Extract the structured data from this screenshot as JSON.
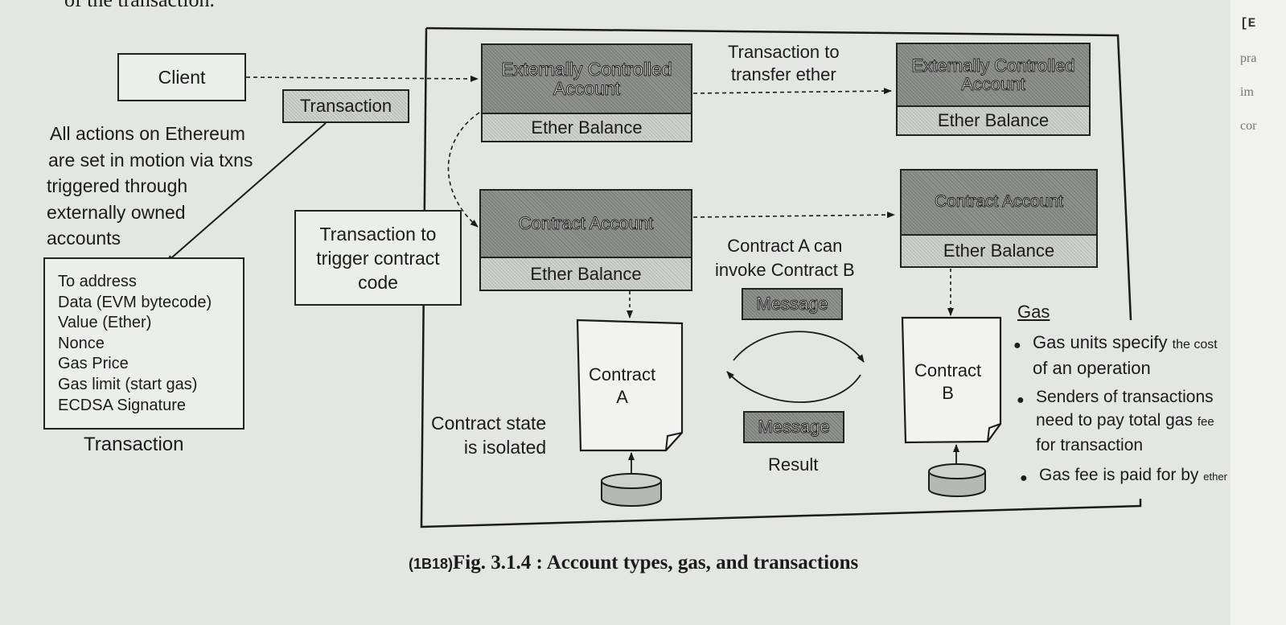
{
  "top_cut_text": "of the transaction.",
  "client": "Client",
  "transaction_tag": "Transaction",
  "actions_note": [
    "All actions on Ethereum",
    "are set in motion via txns",
    "triggered through",
    "externally owned",
    "accounts"
  ],
  "transaction_fields": [
    "To address",
    "Data (EVM bytecode)",
    "Value (Ether)",
    "Nonce",
    "Gas Price",
    "Gas limit (start gas)",
    "ECDSA Signature"
  ],
  "transaction_label": "Transaction",
  "trigger_note": [
    "Transaction to",
    "trigger contract",
    "code"
  ],
  "eca_left": {
    "title": "Externally Controlled Account",
    "balance": "Ether Balance"
  },
  "eca_right": {
    "title": "Externally Controlled Account",
    "balance": "Ether Balance"
  },
  "transfer_note": [
    "Transaction to",
    "transfer ether"
  ],
  "contract_account_left": {
    "title": "Contract Account",
    "balance": "Ether Balance"
  },
  "contract_account_right": {
    "title": "Contract Account",
    "balance": "Ether Balance"
  },
  "invoke_note": [
    "Contract A can",
    "invoke Contract B"
  ],
  "message_top": "Message",
  "message_bottom": "Message",
  "result": "Result",
  "contract_a": [
    "Contract",
    "A"
  ],
  "contract_b": [
    "Contract",
    "B"
  ],
  "state_note": [
    "Contract state",
    "is isolated"
  ],
  "gas": {
    "heading": "Gas",
    "bullets": [
      [
        "Gas units specify ",
        "the cost",
        "of an operation"
      ],
      [
        "Senders of transactions",
        "need to pay total gas ",
        "fee",
        "for transaction"
      ],
      [
        "Gas fee is paid for by ",
        "ether"
      ]
    ]
  },
  "figure": {
    "prefix": "(1B18)",
    "caption": "Fig. 3.1.4 : Account types, gas, and transactions"
  },
  "margin_fragments": [
    "[E",
    "pra",
    "im",
    "cor"
  ],
  "colors": {
    "paper": "#e4e6e3",
    "dark_fill": "#8f928f",
    "light_fill": "#cfd1cd",
    "ink": "#1b1b1b"
  }
}
